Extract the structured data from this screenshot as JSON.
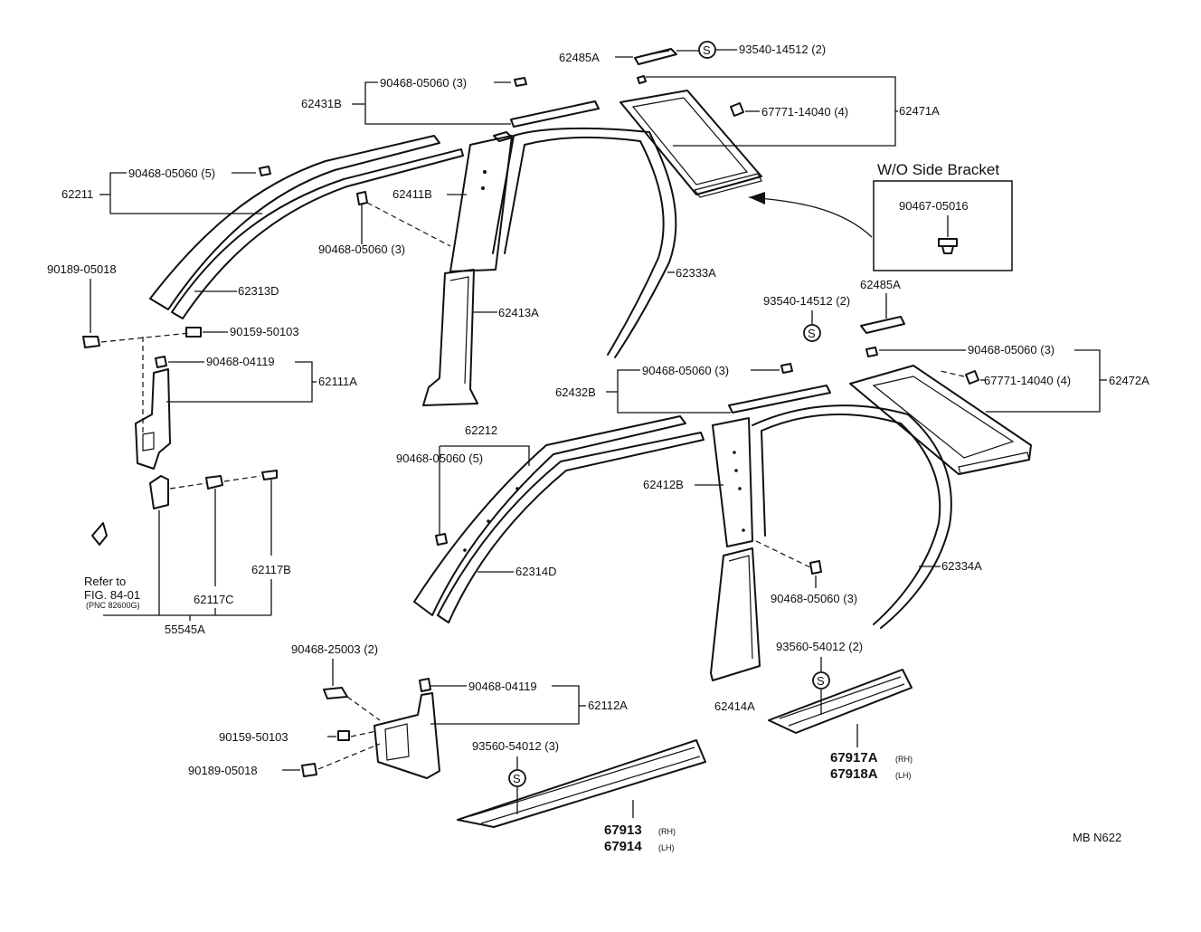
{
  "labels": {
    "l62485A_top": "62485A",
    "l93540_14512_2_top": "93540-14512 (2)",
    "l90468_05060_3_a": "90468-05060 (3)",
    "l62431B": "62431B",
    "l67771_14040_4_a": "67771-14040 (4)",
    "l62471A": "62471A",
    "l62211": "62211",
    "l90468_05060_5_a": "90468-05060 (5)",
    "l62411B": "62411B",
    "wo_side_bracket": "W/O Side Bracket",
    "l90467_05016": "90467-05016",
    "l90468_05060_3_b": "90468-05060 (3)",
    "l90189_05018_a": "90189-05018",
    "l62313D": "62313D",
    "l62333A": "62333A",
    "l62485A_mid": "62485A",
    "l93540_14512_2_mid": "93540-14512 (2)",
    "l62413A": "62413A",
    "l90159_50103_a": "90159-50103",
    "l90468_04119_a": "90468-04119",
    "l62111A": "62111A",
    "l90468_05060_3_c": "90468-05060 (3)",
    "l90468_05060_3_d": "90468-05060 (3)",
    "l67771_14040_4_b": "67771-14040 (4)",
    "l62472A": "62472A",
    "l62432B": "62432B",
    "l62212": "62212",
    "l90468_05060_5_b": "90468-05060 (5)",
    "l62412B": "62412B",
    "l62117B": "62117B",
    "l62314D": "62314D",
    "l62334A": "62334A",
    "refer_to": "Refer to",
    "fig_84_01": "FIG. 84-01",
    "pnc": "(PNC 82600G)",
    "l62117C": "62117C",
    "l90468_05060_3_e": "90468-05060 (3)",
    "l55545A": "55545A",
    "l93560_54012_2": "93560-54012 (2)",
    "l90468_25003_2": "90468-25003 (2)",
    "l62414A": "62414A",
    "l90468_04119_b": "90468-04119",
    "l62112A": "62112A",
    "l90159_50103_b": "90159-50103",
    "l93560_54012_3": "93560-54012 (3)",
    "l90189_05018_b": "90189-05018",
    "l67917A": "67917A",
    "l67917A_sfx": "(RH)",
    "l67918A": "67918A",
    "l67918A_sfx": "(LH)",
    "l67913": "67913",
    "l67913_sfx": "(RH)",
    "l67914": "67914",
    "l67914_sfx": "(LH)",
    "mbn622": "MB N622",
    "s_symbol": "S"
  }
}
